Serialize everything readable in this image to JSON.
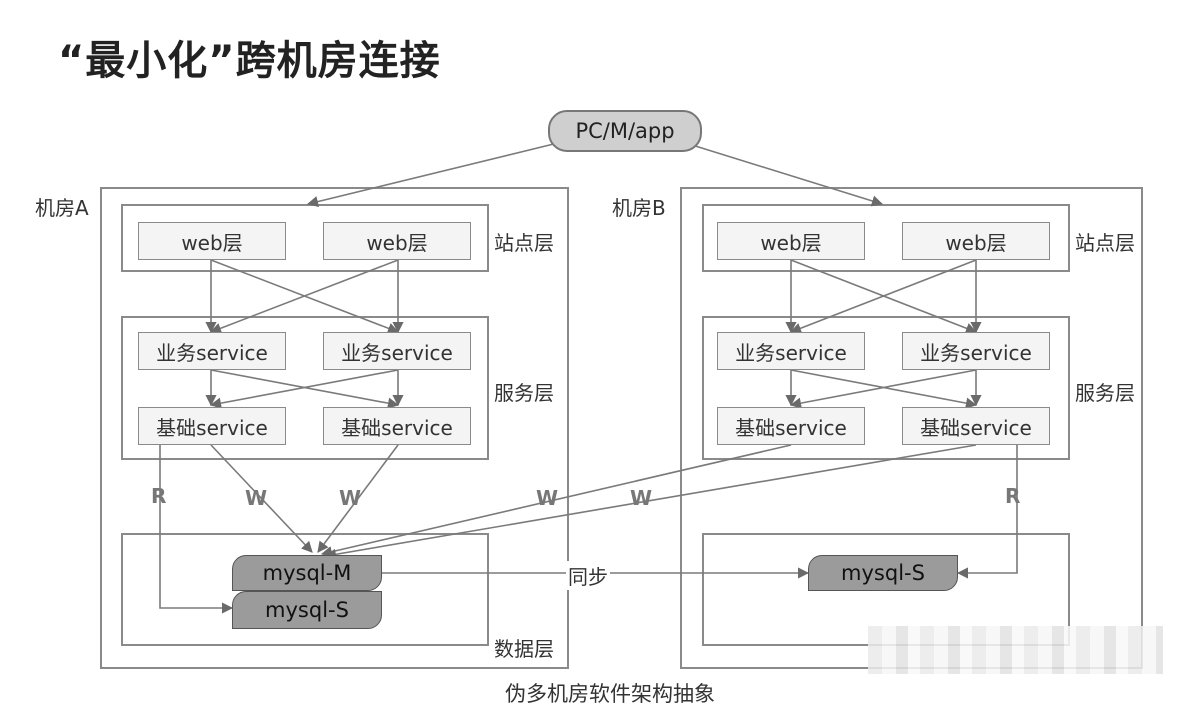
{
  "title": "“最小化”跨机房连接",
  "client": "PC/M/app",
  "room_a": {
    "name": "机房A",
    "web1": "web层",
    "web2": "web层",
    "biz1": "业务service",
    "biz2": "业务service",
    "base1": "基础service",
    "base2": "基础service",
    "layer_site": "站点层",
    "layer_service": "服务层",
    "layer_data": "数据层",
    "db_master": "mysql-M",
    "db_slave": "mysql-S"
  },
  "room_b": {
    "name": "机房B",
    "web1": "web层",
    "web2": "web层",
    "biz1": "业务service",
    "biz2": "业务service",
    "base1": "基础service",
    "base2": "基础service",
    "layer_site": "站点层",
    "layer_service": "服务层",
    "db_slave": "mysql-S"
  },
  "edges": {
    "read": "R",
    "write": "W",
    "sync": "同步"
  },
  "caption": "伪多机房软件架构抽象"
}
